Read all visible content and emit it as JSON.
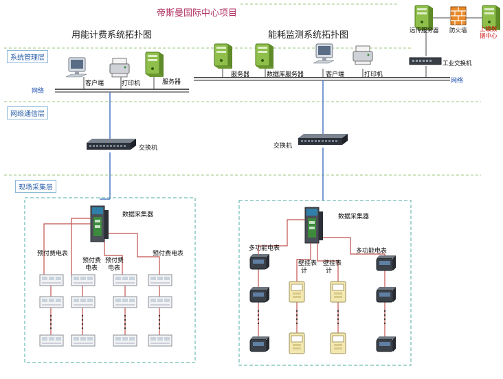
{
  "project_title": "帝斯曼国际中心项目",
  "left_system_title": "用能计费系统拓扑图",
  "right_system_title": "能耗监测系统拓扑图",
  "layers": {
    "management": "系统管理层",
    "network": "网络通信层",
    "field": "现场采集层"
  },
  "network_label": "网络",
  "left_top": {
    "client": "客户端",
    "printer": "打印机",
    "server": "服务器"
  },
  "right_top": {
    "server": "服务器",
    "db_server": "数据库服务器",
    "client": "客户端",
    "printer": "打印机"
  },
  "far_right": {
    "remote_server": "远传服务器",
    "firewall": "防火墙",
    "upper_center_line1": "上级数",
    "upper_center_line2": "据中心",
    "industrial_switch": "工业交换机"
  },
  "switch_label": "交换机",
  "collector_label": "数据采集器",
  "left_field": {
    "prepaid_meter": "预付费电表",
    "prepaid_split_line1": "预付费",
    "prepaid_split_line2": "电表"
  },
  "right_field": {
    "multi_meter": "多功能电表",
    "wall_meter_line1": "壁挂表",
    "wall_meter_line2": "计"
  },
  "colors": {
    "title": "#b03060",
    "layer_text": "#2a5da8",
    "dashed_line": "#9ac57a",
    "box_border": "#4caea0",
    "red_wire": "#c0504d",
    "blue_wire": "#4a78c2"
  }
}
